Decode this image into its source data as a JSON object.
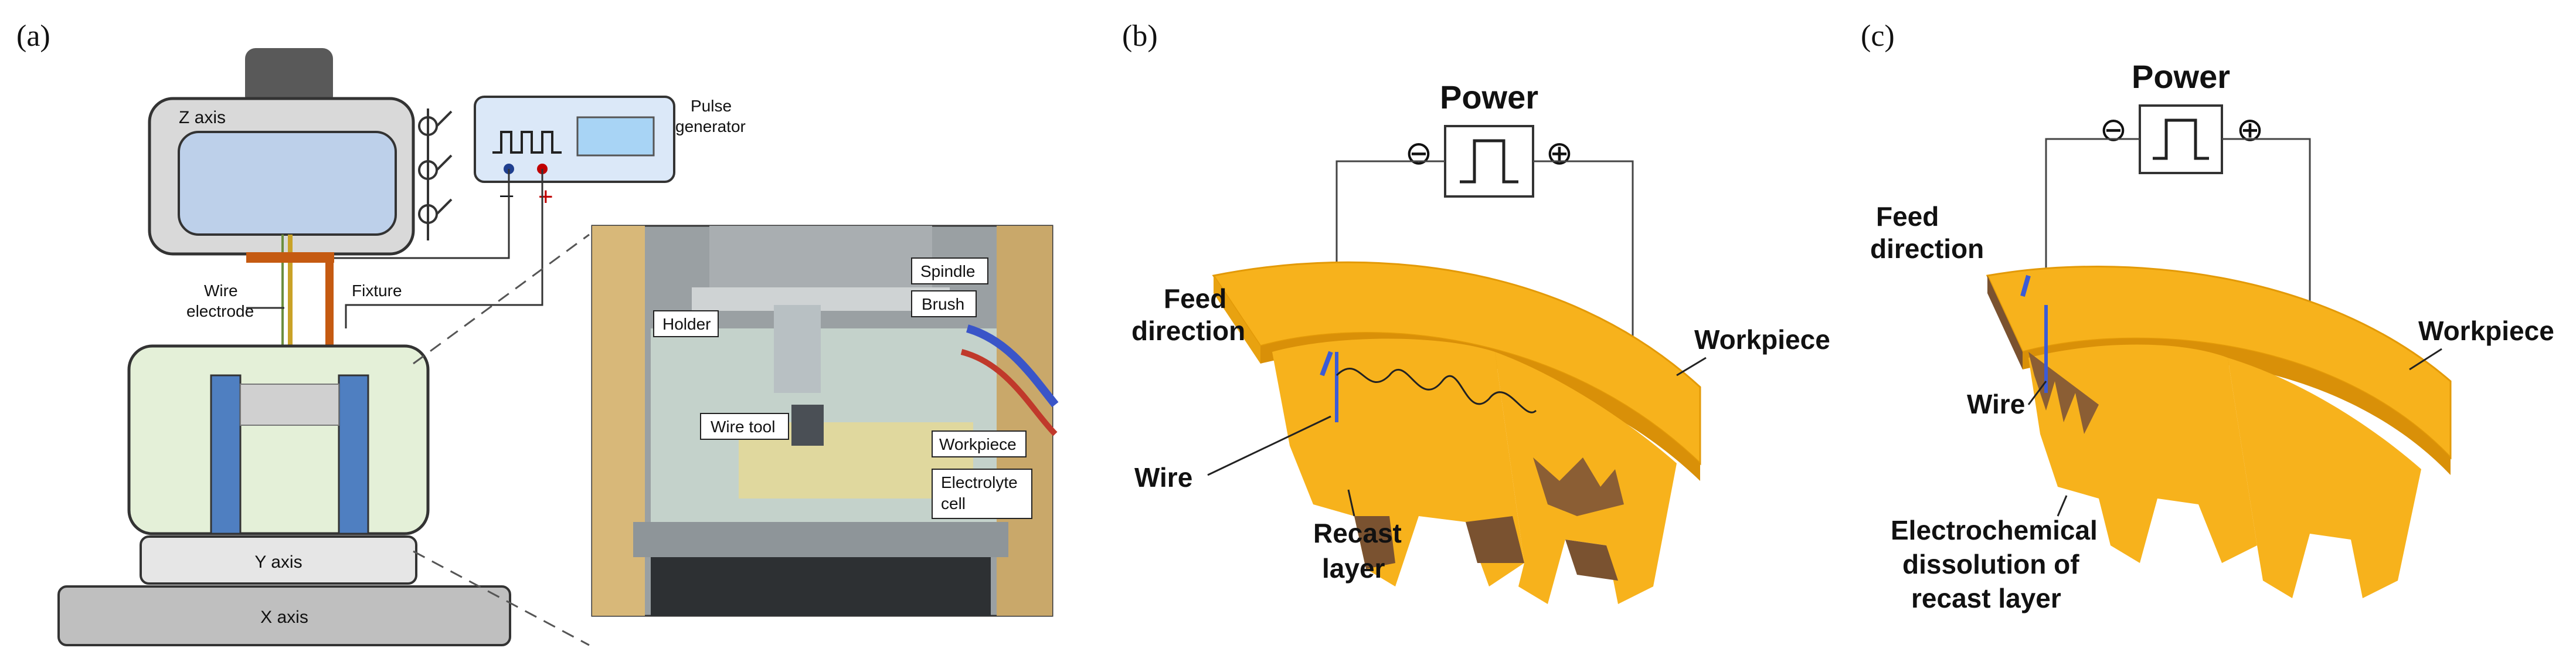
{
  "panel_a": {
    "tag": "(a)",
    "z_axis": "Z axis",
    "y_axis": "Y axis",
    "x_axis": "X axis",
    "pulse_generator_line1": "Pulse",
    "pulse_generator_line2": "generator",
    "minus_sign": "–",
    "plus_sign": "+",
    "wire_electrode_line1": "Wire",
    "wire_electrode_line2": "electrode",
    "fixture": "Fixture",
    "photo_labels": {
      "spindle": "Spindle",
      "brush": "Brush",
      "holder": "Holder",
      "wire_tool": "Wire tool",
      "workpiece": "Workpiece",
      "electrolyte_line1": "Electrolyte",
      "electrolyte_line2": "cell"
    },
    "colors": {
      "machine_frame": "#d9d9d9",
      "z_body": "#bdd0ea",
      "cell": "#e4f0d8",
      "cell_posts": "#4f7fc1",
      "fixture": "#c55a11",
      "pulse_box": "#dbe8f8"
    }
  },
  "panel_b": {
    "tag": "(b)",
    "power": "Power",
    "minus_symbol": "⊖",
    "plus_symbol": "⊕",
    "feed_line1": "Feed",
    "feed_line2": "direction",
    "wire": "Wire",
    "workpiece": "Workpiece",
    "recast_line1": "Recast",
    "recast_line2": "layer",
    "colors": {
      "workpiece": "#f7b21c",
      "shadow": "#7a5230",
      "wire": "#3b5bd6"
    }
  },
  "panel_c": {
    "tag": "(c)",
    "power": "Power",
    "minus_symbol": "⊖",
    "plus_symbol": "⊕",
    "feed_line1": "Feed",
    "feed_line2": "direction",
    "wire": "Wire",
    "workpiece": "Workpiece",
    "ecd_line1": "Electrochemical",
    "ecd_line2": "dissolution of",
    "ecd_line3": "recast layer",
    "colors": {
      "workpiece": "#f7b21c",
      "shadow": "#7a5230",
      "wire": "#3b5bd6"
    }
  }
}
